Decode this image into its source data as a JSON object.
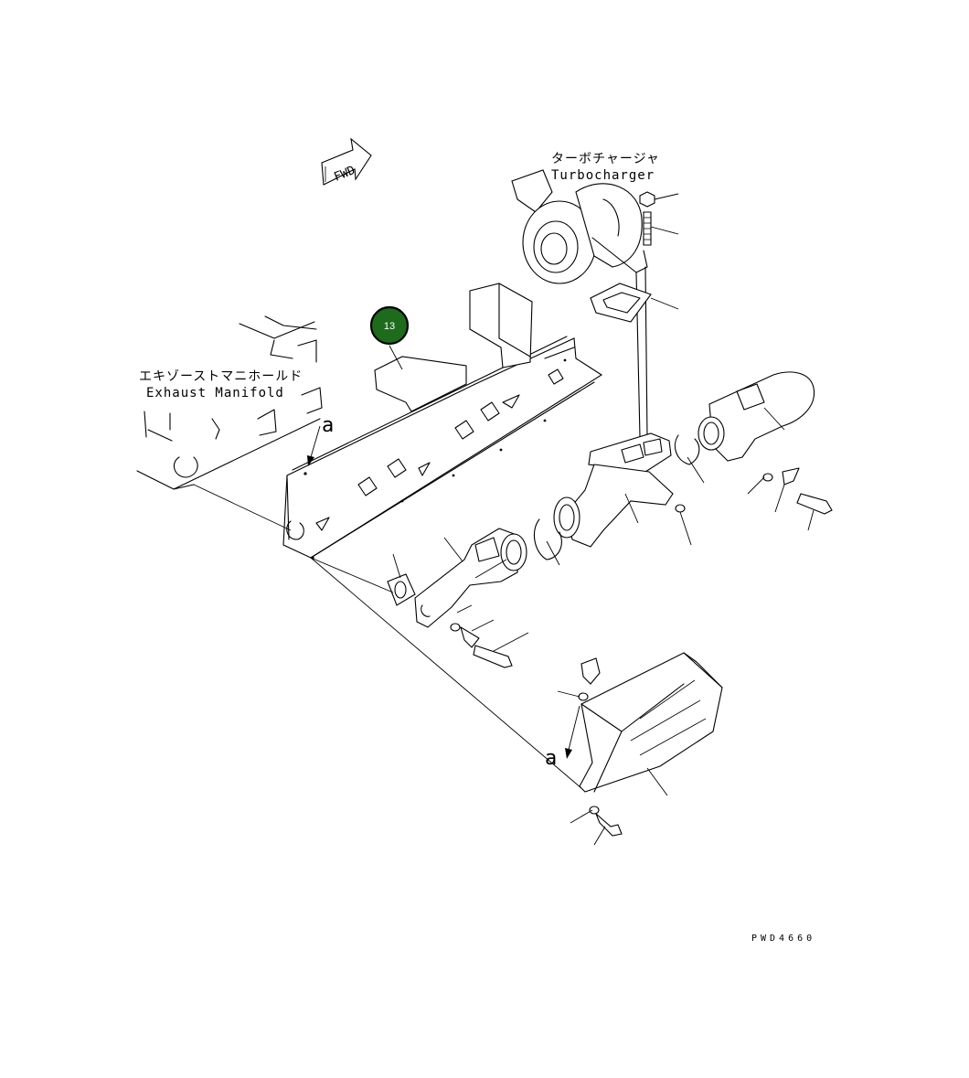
{
  "labels": {
    "turbocharger_jp": "ターボチャージャ",
    "turbocharger_en": "Turbocharger",
    "manifold_jp": "エキゾーストマニホールド",
    "manifold_en": "Exhaust Manifold",
    "ref_a1": "a",
    "ref_a2": "a",
    "fwd": "FWD",
    "drawing_code": "PWD4660"
  },
  "callout": {
    "number": "13",
    "fill_color": "#1e6b1e",
    "ring_color": "#000000"
  },
  "icons": {
    "fwd_arrow": "forward-direction-arrow-icon"
  }
}
